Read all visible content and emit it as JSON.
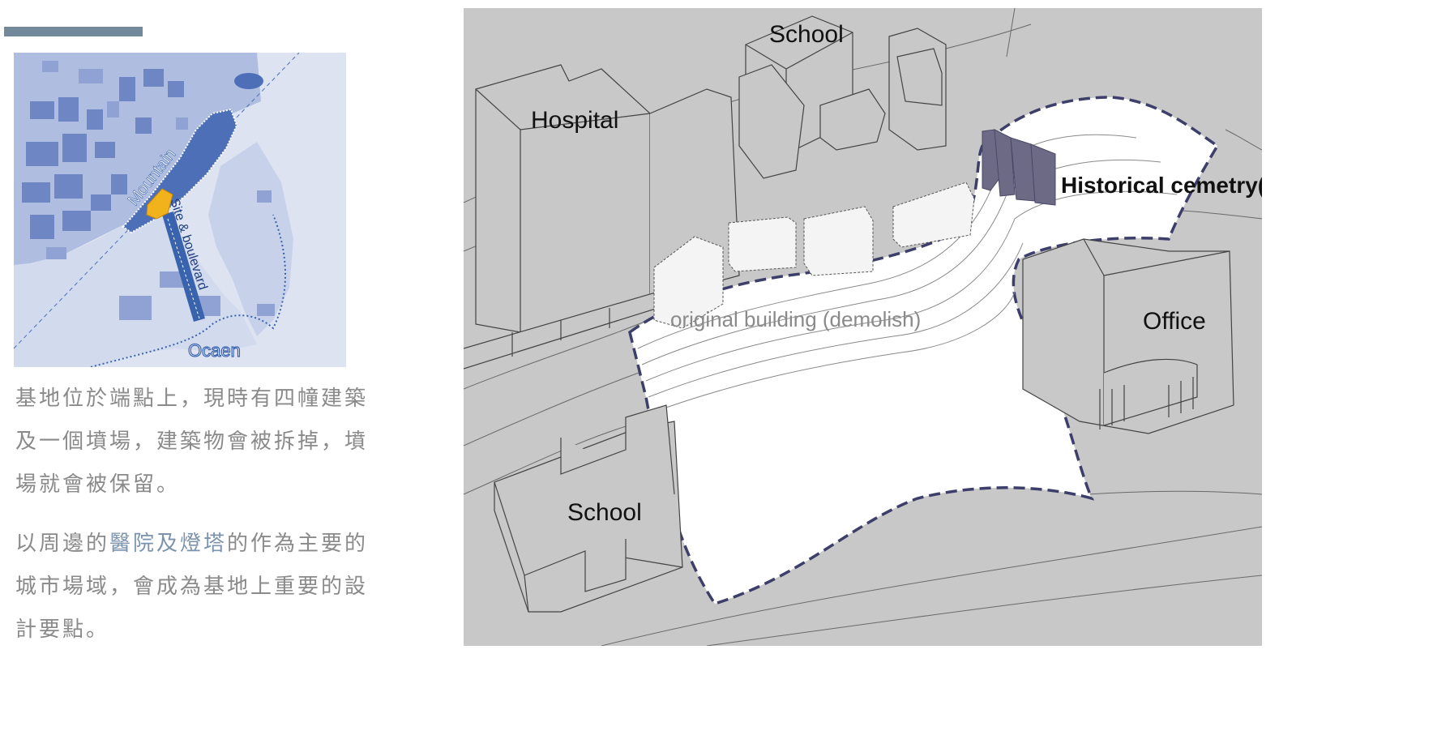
{
  "map": {
    "labels": {
      "mountain": "Mountain",
      "site_boulevard": "Site & boulevard",
      "ocean": "Ocaen"
    },
    "colors": {
      "land": "#9fb1d8",
      "water": "#dde3f1",
      "mountain": "#4d6fb8",
      "site": "#f2b21b",
      "boulevard": "#3a63ae",
      "buildings": "#6f86c4"
    }
  },
  "description": {
    "paragraph1": "基地位於端點上，現時有四幢建築及一個墳場，建築物會被拆掉，墳場就會被保留。",
    "paragraph2_before": "以周邊的",
    "paragraph2_highlight": "醫院及燈塔",
    "paragraph2_after": "的作為主要的城市場域，會成為基地上重要的設計要點。"
  },
  "site_plan": {
    "labels": {
      "school_top": "School",
      "hospital": "Hospital",
      "cemetery": "Historical cemetry(conse",
      "original_building": "original building (demolish)",
      "office": "Office",
      "school_bottom": "School"
    },
    "colors": {
      "ground": "#c8c8c8",
      "site": "#ffffff",
      "outline": "#3d3f6a",
      "cemetery": "#6d6a86",
      "building_edge": "#444444"
    }
  },
  "accent_color": "#74889c"
}
